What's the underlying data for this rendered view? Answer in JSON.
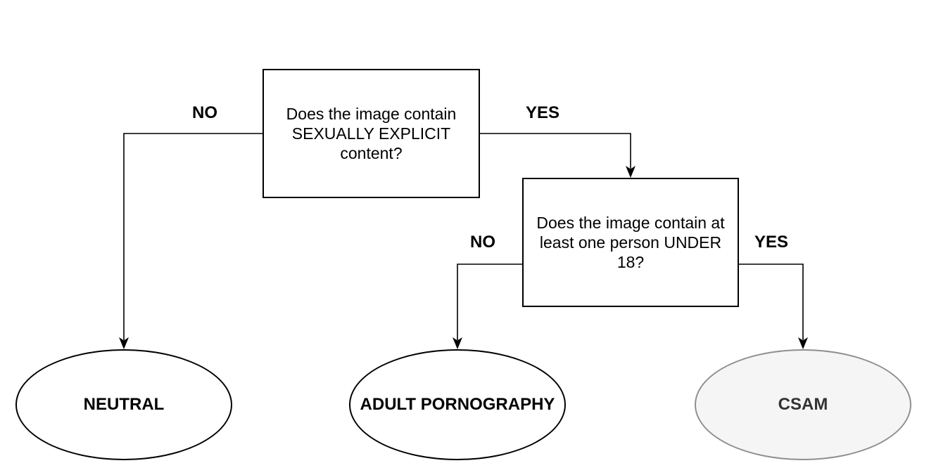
{
  "diagram": {
    "background_color": "#ffffff",
    "connector_color": "#000000",
    "nodes": {
      "q1": {
        "type": "decision-rectangle",
        "text": "Does the image contain SEXUALLY EXPLICIT content?",
        "fill": "#ffffff",
        "stroke": "#000000"
      },
      "q2": {
        "type": "decision-rectangle",
        "text": "Does the image contain at least one person UNDER 18?",
        "fill": "#ffffff",
        "stroke": "#000000"
      },
      "neutral": {
        "type": "terminal-ellipse",
        "text": "NEUTRAL",
        "fill": "#ffffff",
        "stroke": "#000000",
        "text_color": "#000000"
      },
      "adult": {
        "type": "terminal-ellipse",
        "text": "ADULT PORNOGRAPHY",
        "fill": "#ffffff",
        "stroke": "#000000",
        "text_color": "#000000"
      },
      "csam": {
        "type": "terminal-ellipse",
        "text": "CSAM",
        "fill": "#f5f5f5",
        "stroke": "#8f8f8f",
        "text_color": "#333333"
      }
    },
    "edges": [
      {
        "from": "q1",
        "to": "neutral",
        "label": "NO"
      },
      {
        "from": "q1",
        "to": "q2",
        "label": "YES"
      },
      {
        "from": "q2",
        "to": "adult",
        "label": "NO"
      },
      {
        "from": "q2",
        "to": "csam",
        "label": "YES"
      }
    ]
  }
}
